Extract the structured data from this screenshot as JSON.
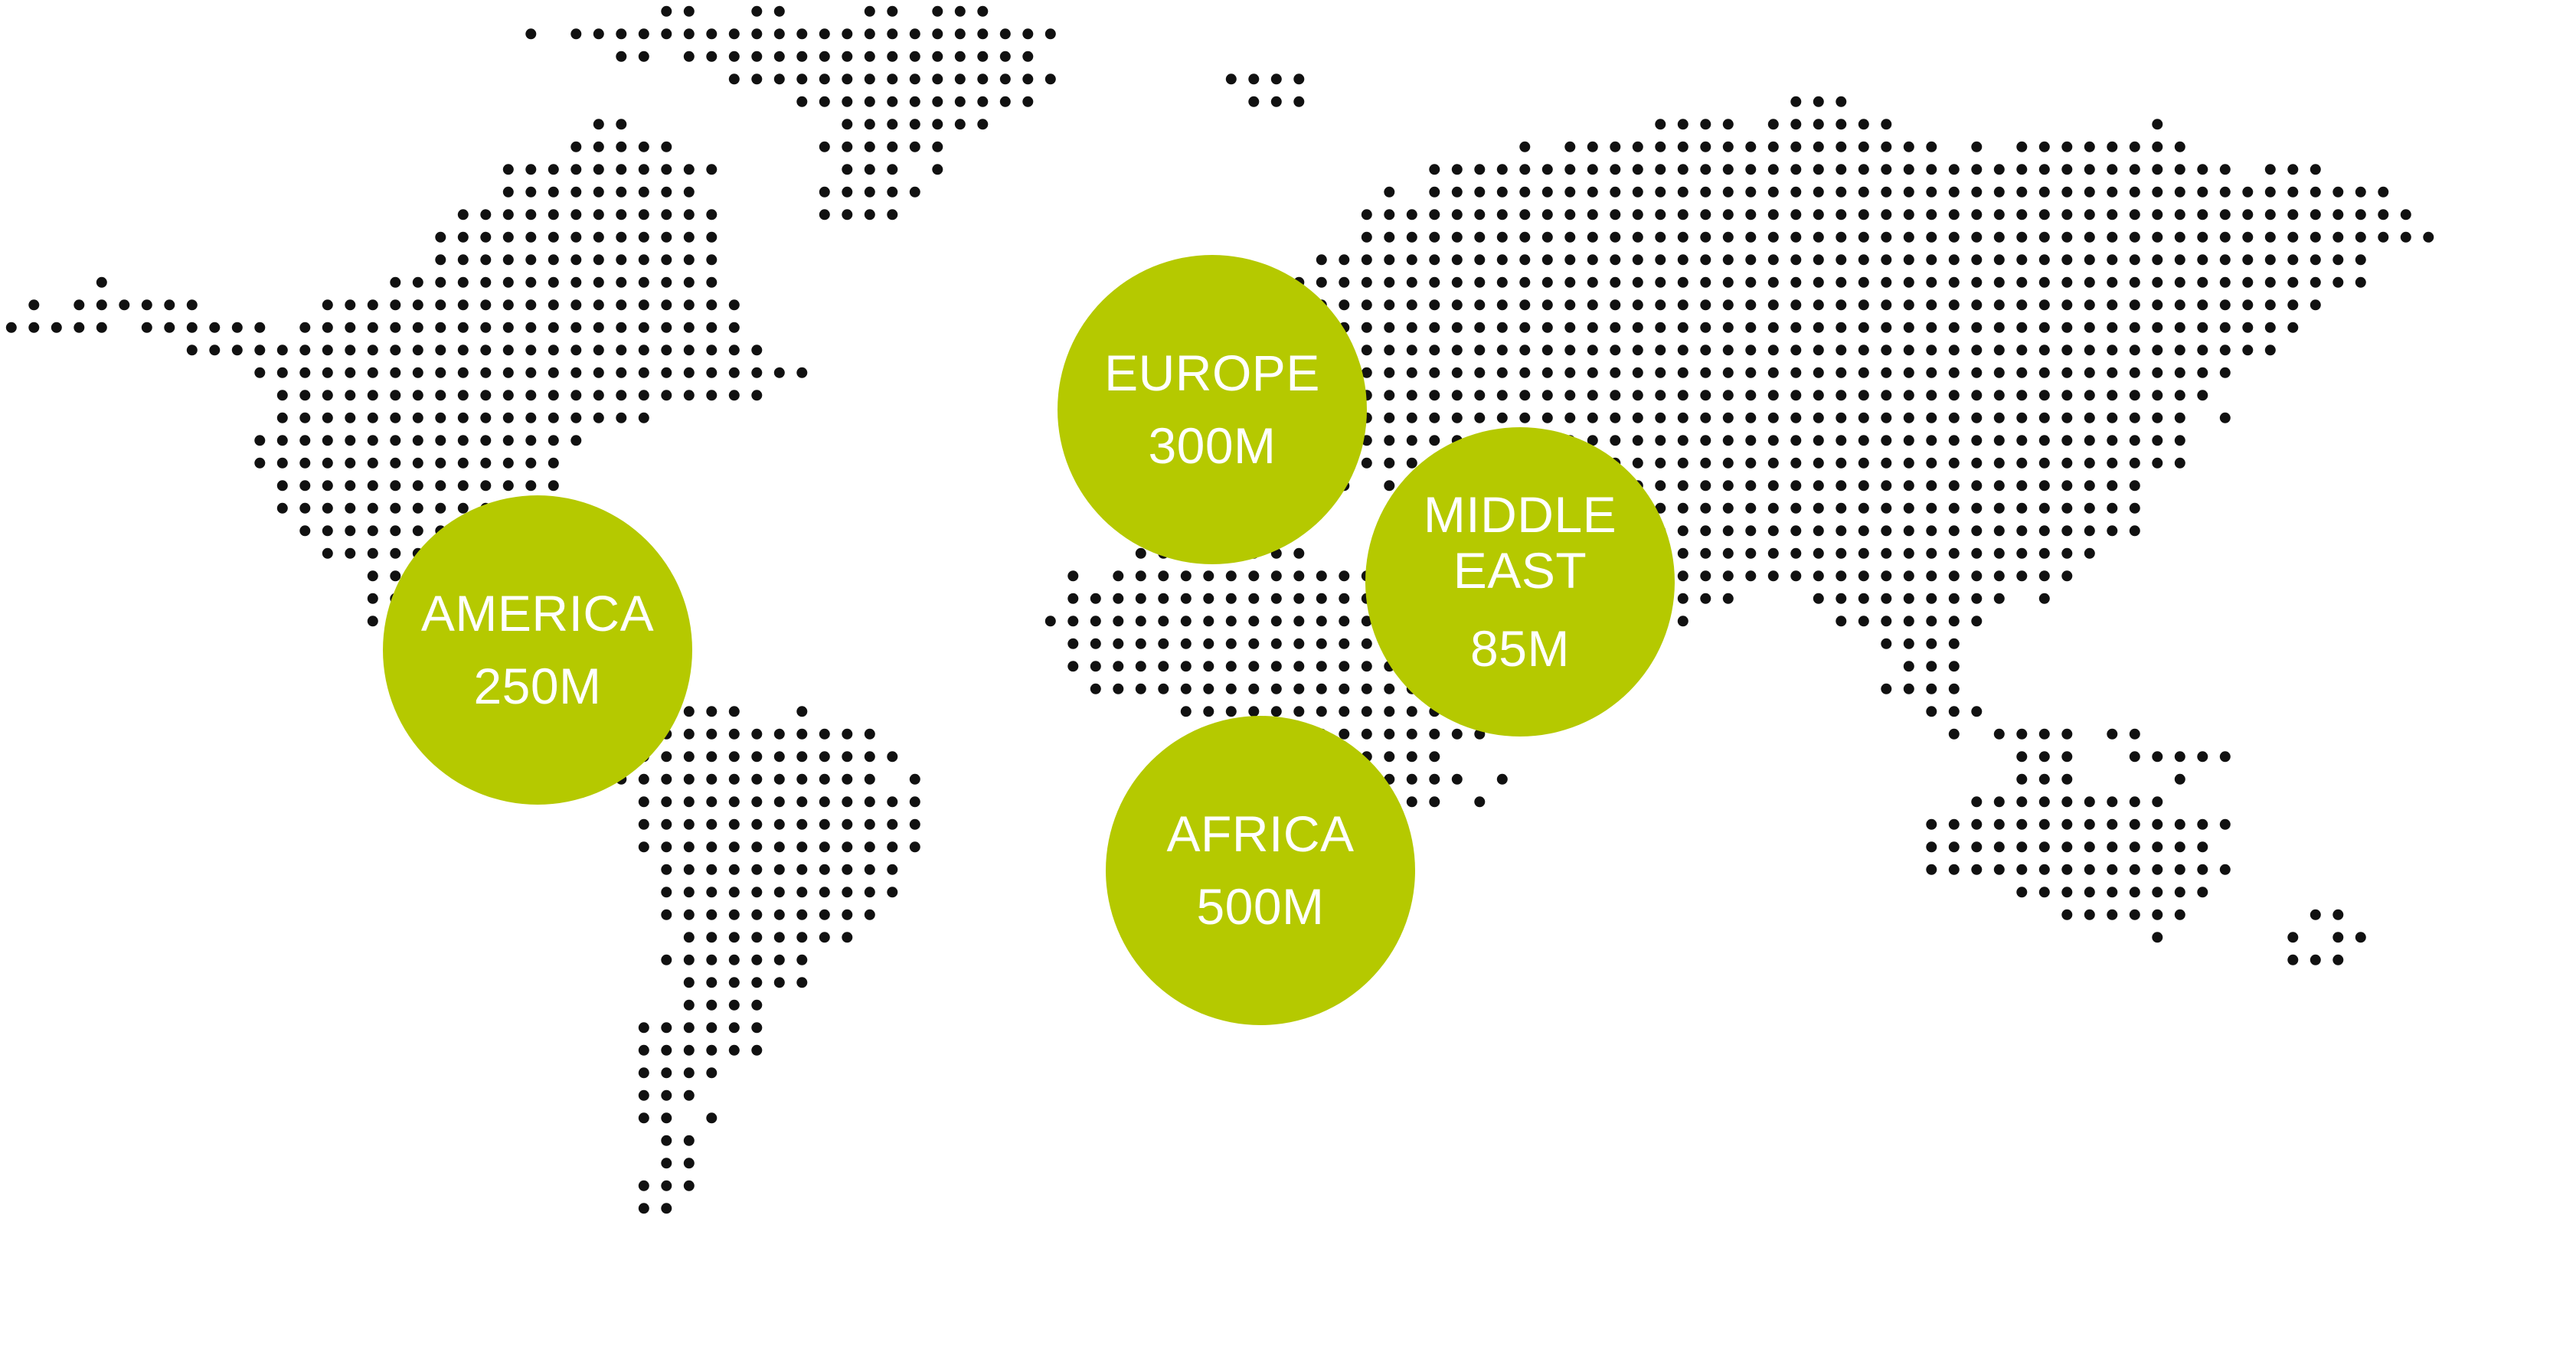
{
  "colors": {
    "dots": "#111111",
    "bubble": "#b5c900",
    "bubble_text": "#ffffff",
    "background": "#ffffff"
  },
  "regions": [
    {
      "id": "america",
      "name": "AMERICA",
      "value": "250M"
    },
    {
      "id": "europe",
      "name": "EUROPE",
      "value": "300M"
    },
    {
      "id": "middle_east",
      "name": "MIDDLE\nEAST",
      "value": "85M"
    },
    {
      "id": "africa",
      "name": "AFRICA",
      "value": "500M"
    }
  ]
}
